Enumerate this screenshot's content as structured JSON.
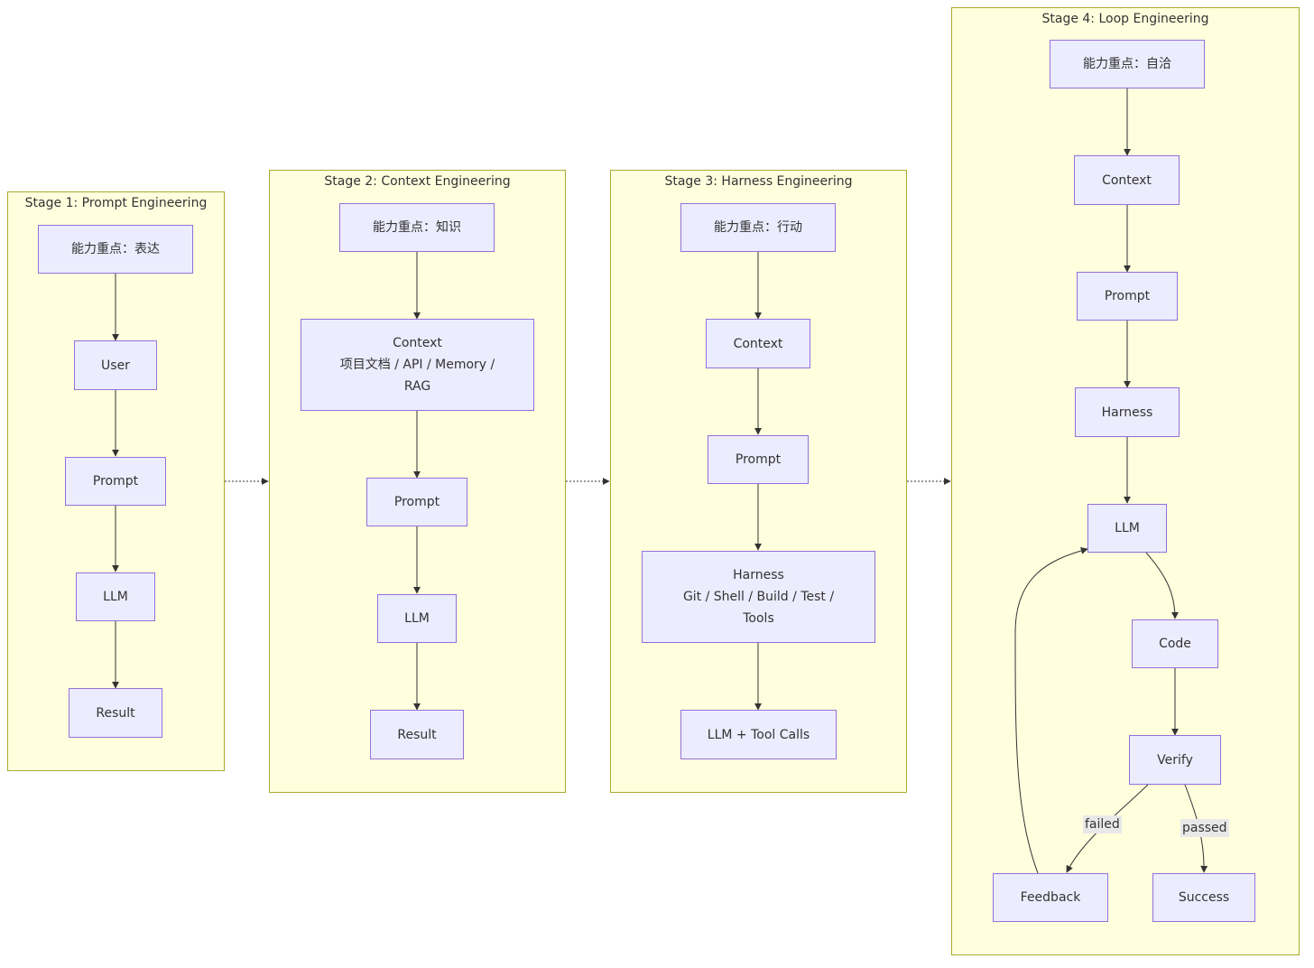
{
  "stages": {
    "s1": {
      "title": "Stage 1: Prompt Engineering",
      "focus": "能力重点：表达",
      "user": "User",
      "prompt": "Prompt",
      "llm": "LLM",
      "result": "Result"
    },
    "s2": {
      "title": "Stage 2: Context Engineering",
      "focus": "能力重点：知识",
      "context_line1": "Context",
      "context_line2": "项目文档 / API / Memory /",
      "context_line3": "RAG",
      "prompt": "Prompt",
      "llm": "LLM",
      "result": "Result"
    },
    "s3": {
      "title": "Stage 3: Harness Engineering",
      "focus": "能力重点：行动",
      "context": "Context",
      "prompt": "Prompt",
      "harness_line1": "Harness",
      "harness_line2": "Git / Shell / Build / Test /",
      "harness_line3": "Tools",
      "llm_tools": "LLM + Tool Calls"
    },
    "s4": {
      "title": "Stage 4: Loop Engineering",
      "focus": "能力重点：自洽",
      "context": "Context",
      "prompt": "Prompt",
      "harness": "Harness",
      "llm": "LLM",
      "code": "Code",
      "verify": "Verify",
      "feedback": "Feedback",
      "success": "Success",
      "failed_label": "failed",
      "passed_label": "passed"
    }
  },
  "colors": {
    "cluster_fill": "#ffffde",
    "cluster_border": "#aaaa33",
    "node_fill": "#ececff",
    "node_border": "#9370db",
    "edge": "#333333",
    "label_bg": "#e8e8e8"
  }
}
